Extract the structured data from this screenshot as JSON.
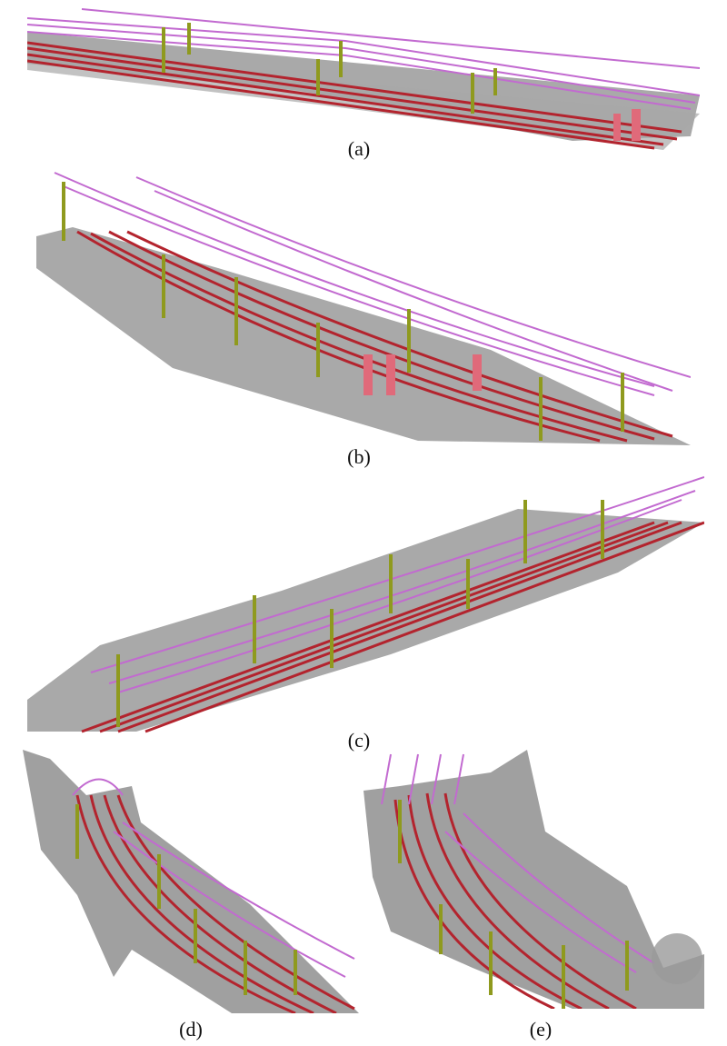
{
  "figure": {
    "panels": [
      {
        "id": "a",
        "caption": "(a)"
      },
      {
        "id": "b",
        "caption": "(b)"
      },
      {
        "id": "c",
        "caption": "(c)"
      },
      {
        "id": "d",
        "caption": "(d)"
      },
      {
        "id": "e",
        "caption": "(e)"
      }
    ],
    "colors": {
      "ground_points": "#8f8f8f",
      "rails": "#b3242e",
      "masts": "#8f9a1e",
      "wires": "#c26ad0",
      "insulators": "#111111",
      "people": "#e06a7a",
      "background": "#ffffff"
    }
  }
}
